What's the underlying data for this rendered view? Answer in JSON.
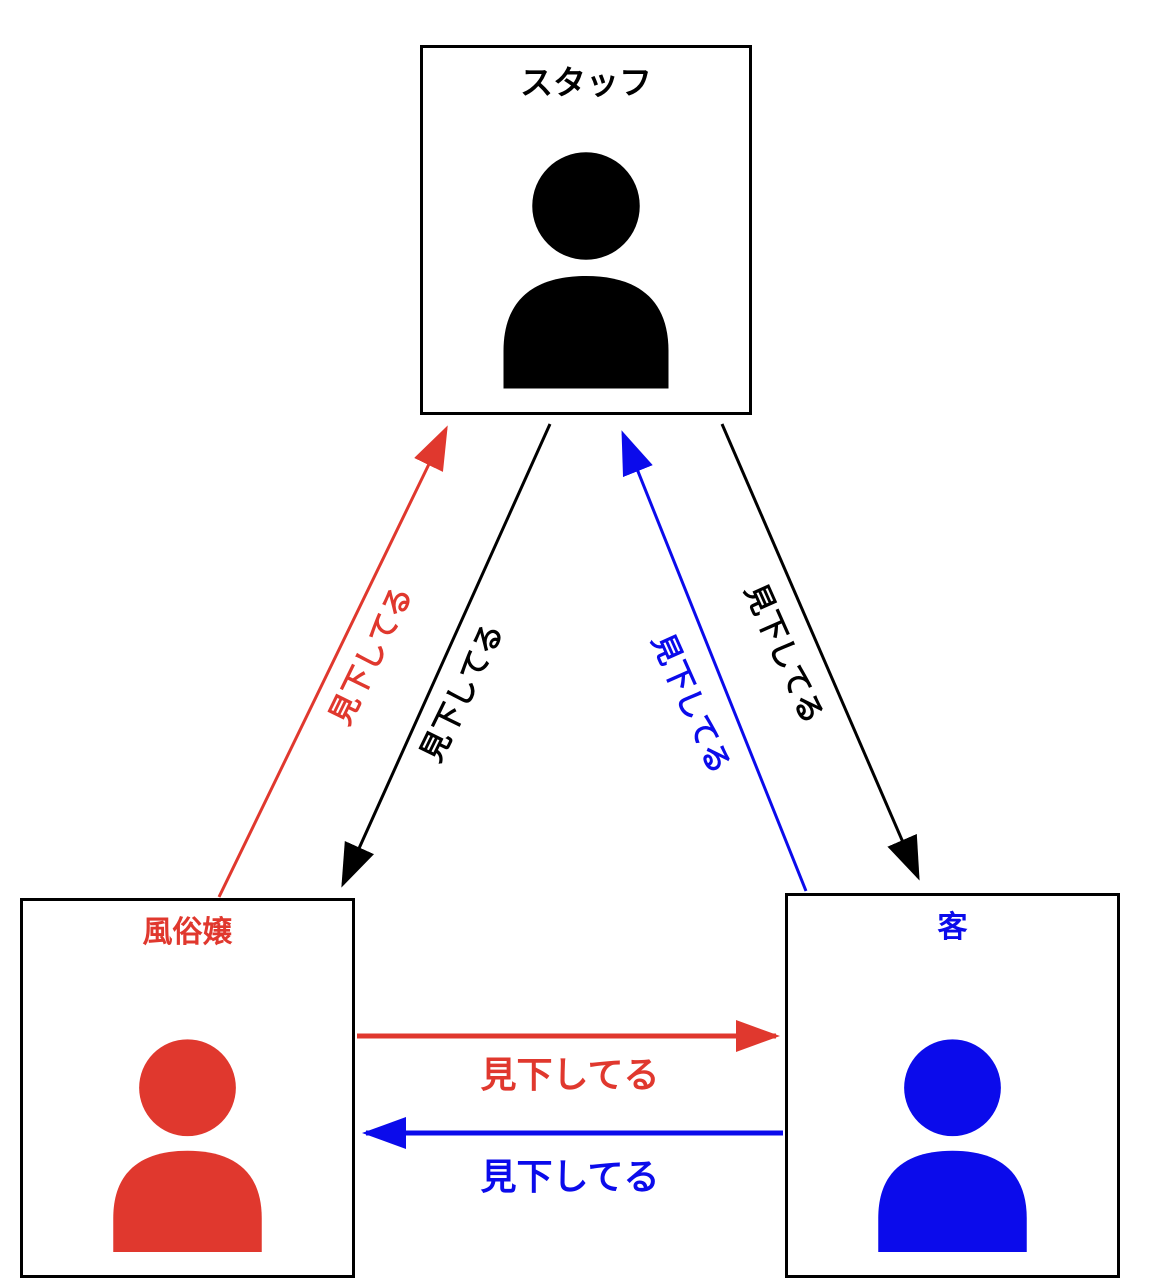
{
  "diagram": {
    "title": "",
    "nodes": {
      "staff": {
        "label": "スタッフ",
        "color": "#000000",
        "icon": "person-icon"
      },
      "worker": {
        "label": "風俗嬢",
        "color": "#e0382e",
        "icon": "person-icon"
      },
      "customer": {
        "label": "客",
        "color": "#0b0beb",
        "icon": "person-icon"
      }
    },
    "edges": [
      {
        "id": "worker-to-staff",
        "from": "worker",
        "to": "staff",
        "label": "見下してる",
        "color": "#e0382e"
      },
      {
        "id": "staff-to-worker",
        "from": "staff",
        "to": "worker",
        "label": "見下してる",
        "color": "#000000"
      },
      {
        "id": "customer-to-staff",
        "from": "customer",
        "to": "staff",
        "label": "見下してる",
        "color": "#0b0beb"
      },
      {
        "id": "staff-to-customer",
        "from": "staff",
        "to": "customer",
        "label": "見下してる",
        "color": "#000000"
      },
      {
        "id": "worker-to-customer",
        "from": "worker",
        "to": "customer",
        "label": "見下してる",
        "color": "#e0382e"
      },
      {
        "id": "customer-to-worker",
        "from": "customer",
        "to": "worker",
        "label": "見下してる",
        "color": "#0b0beb"
      }
    ]
  }
}
